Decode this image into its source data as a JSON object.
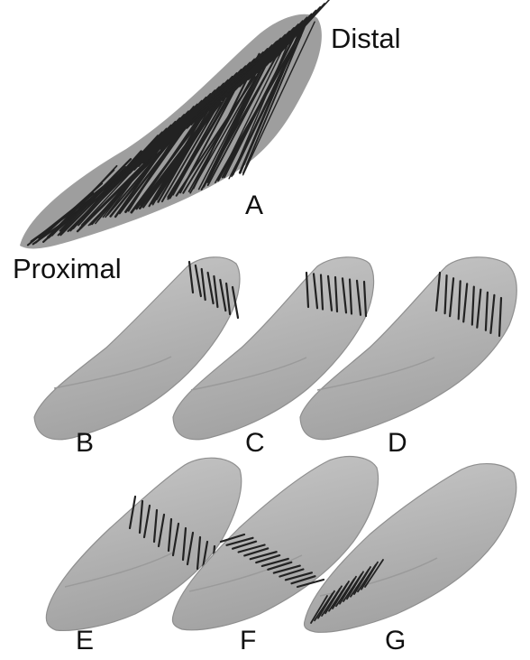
{
  "figure": {
    "labels": {
      "distal": "Distal",
      "proximal": "Proximal"
    },
    "panels": [
      {
        "id": "A",
        "label": "A",
        "style": "fiber-bundle"
      },
      {
        "id": "B",
        "label": "B",
        "style": "surface-fibers-distal-tip"
      },
      {
        "id": "C",
        "label": "C",
        "style": "surface-fibers-distal"
      },
      {
        "id": "D",
        "label": "D",
        "style": "surface-fibers-distal-dorsal"
      },
      {
        "id": "E",
        "label": "E",
        "style": "surface-fibers-mid-upper"
      },
      {
        "id": "F",
        "label": "F",
        "style": "surface-fibers-mid"
      },
      {
        "id": "G",
        "label": "G",
        "style": "surface-fibers-proximal"
      }
    ],
    "colors": {
      "muscle_surface": "#b4b4b4",
      "muscle_edge": "#8f8f8f",
      "fiber": "#222222",
      "background": "#ffffff"
    }
  }
}
